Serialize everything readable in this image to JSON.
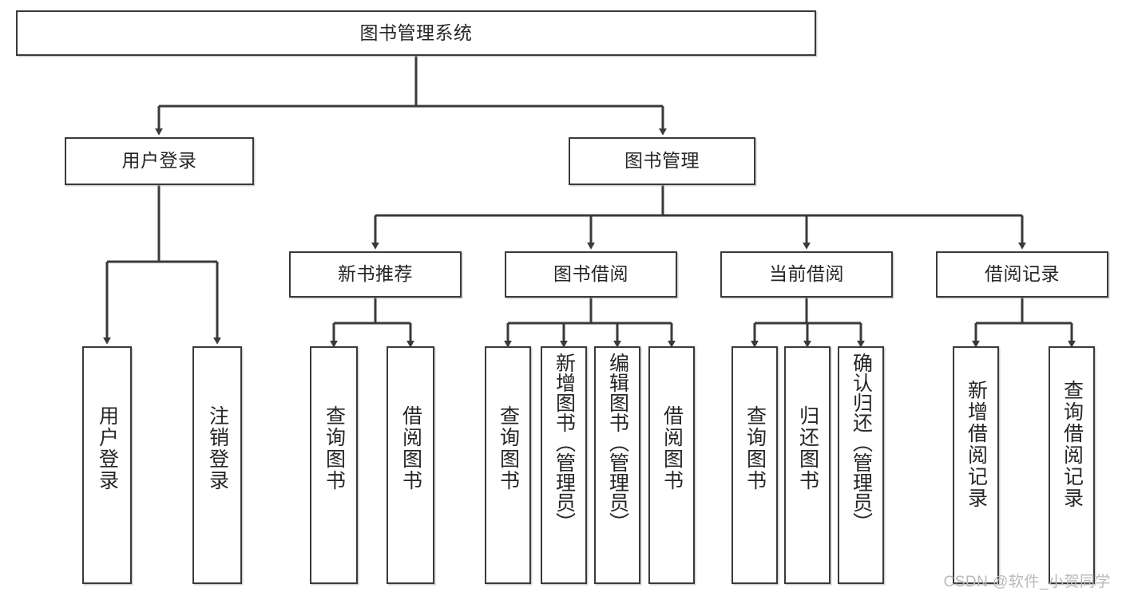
{
  "diagram": {
    "type": "tree-hierarchy-chart",
    "title": "图书管理系统",
    "root": {
      "id": "root",
      "label": "图书管理系统"
    },
    "level2": [
      {
        "id": "user-login",
        "label": "用户登录"
      },
      {
        "id": "book-manage",
        "label": "图书管理"
      }
    ],
    "level3": [
      {
        "id": "new-book-recommend",
        "label": "新书推荐"
      },
      {
        "id": "book-borrow",
        "label": "图书借阅"
      },
      {
        "id": "current-borrow",
        "label": "当前借阅"
      },
      {
        "id": "borrow-record",
        "label": "借阅记录"
      }
    ],
    "leaves": [
      {
        "id": "leaf-user-login",
        "label": "用户登录",
        "parent": "user-login"
      },
      {
        "id": "leaf-logout-login",
        "label": "注销登录",
        "parent": "user-login"
      },
      {
        "id": "leaf-query-book-1",
        "label": "查询图书",
        "parent": "new-book-recommend"
      },
      {
        "id": "leaf-borrow-book-1",
        "label": "借阅图书",
        "parent": "new-book-recommend"
      },
      {
        "id": "leaf-query-book-2",
        "label": "查询图书",
        "parent": "book-borrow"
      },
      {
        "id": "leaf-add-book",
        "label": "新增图书（管理员）",
        "parent": "book-borrow"
      },
      {
        "id": "leaf-edit-book",
        "label": "编辑图书（管理员）",
        "parent": "book-borrow"
      },
      {
        "id": "leaf-borrow-book-2",
        "label": "借阅图书",
        "parent": "book-borrow"
      },
      {
        "id": "leaf-query-book-3",
        "label": "查询图书",
        "parent": "current-borrow"
      },
      {
        "id": "leaf-return-book",
        "label": "归还图书",
        "parent": "current-borrow"
      },
      {
        "id": "leaf-confirm-return",
        "label": "确认归还（管理员）",
        "parent": "current-borrow"
      },
      {
        "id": "leaf-add-record",
        "label": "新增借阅记录",
        "parent": "borrow-record"
      },
      {
        "id": "leaf-query-record",
        "label": "查询借阅记录",
        "parent": "borrow-record"
      }
    ],
    "watermark": "CSDN @软件_小贺同学",
    "colors": {
      "stroke": "#3a3a3a",
      "text": "#262626",
      "background": "#ffffff",
      "watermark": "#b9b9b9"
    }
  }
}
